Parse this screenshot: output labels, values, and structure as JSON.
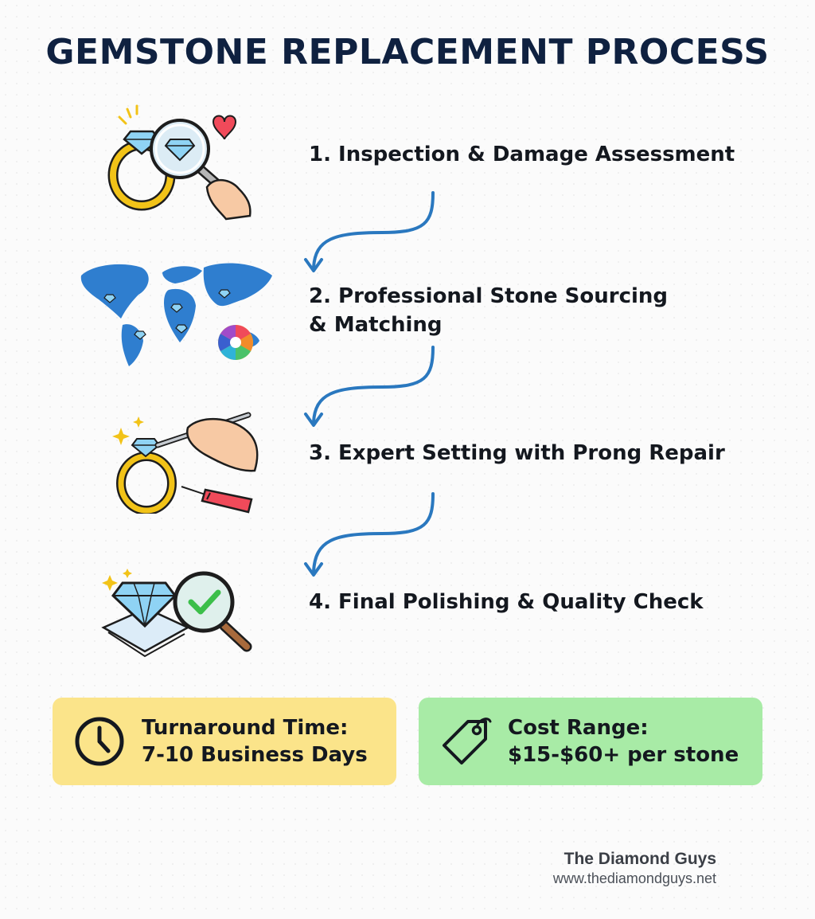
{
  "title": "GEMSTONE REPLACEMENT PROCESS",
  "steps": [
    {
      "label": "1. Inspection & Damage Assessment",
      "illustration": "ring-magnifier-icon"
    },
    {
      "label": "2. Professional Stone Sourcing",
      "label_line2": "& Matching",
      "illustration": "world-map-icon"
    },
    {
      "label": "3. Expert Setting with Prong Repair",
      "illustration": "tweezers-ring-icon"
    },
    {
      "label": "4. Final Polishing & Quality Check",
      "illustration": "diamond-check-icon"
    }
  ],
  "cards": {
    "turnaround": {
      "line1": "Turnaround Time:",
      "line2": "7-10 Business Days",
      "icon": "clock-icon",
      "color": "#fbe48a"
    },
    "cost": {
      "line1": "Cost Range:",
      "line2": "$15-$60+ per stone",
      "icon": "price-tag-icon",
      "color": "#a8eba6"
    }
  },
  "footer": {
    "brand": "The Diamond Guys",
    "url": "www.thediamondguys.net"
  },
  "colors": {
    "title": "#0f2140",
    "arrow": "#2a78bf",
    "gold": "#f2c318",
    "diamond": "#8fd3f4"
  }
}
